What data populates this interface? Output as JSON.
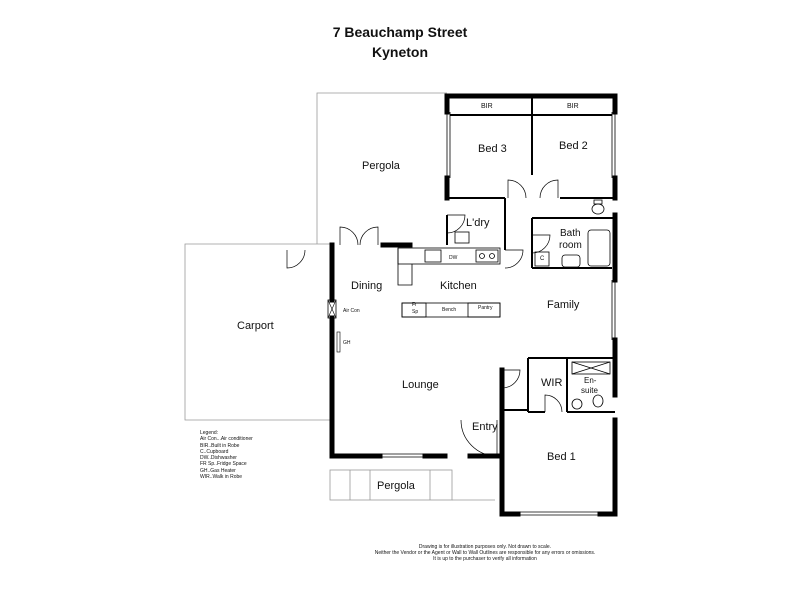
{
  "header": {
    "address_line": "7 Beauchamp Street",
    "suburb": "Kyneton"
  },
  "rooms": {
    "pergola_top": "Pergola",
    "bed3": "Bed 3",
    "bed2": "Bed 2",
    "bir_left": "BIR",
    "bir_right": "BIR",
    "laundry": "L'dry",
    "bathroom_line1": "Bath",
    "bathroom_line2": "room",
    "cupboard": "C",
    "carport": "Carport",
    "dining": "Dining",
    "kitchen": "Kitchen",
    "family": "Family",
    "lounge": "Lounge",
    "wir": "WIR",
    "ensuite_line1": "En-",
    "ensuite_line2": "suite",
    "entry": "Entry",
    "bed1": "Bed 1",
    "pergola_bottom": "Pergola"
  },
  "fixtures": {
    "dishwasher": "DW",
    "air_con": "Air Con",
    "gas_heater": "GH",
    "fridge_line1": "Fr",
    "fridge_line2": "Sp",
    "bench": "Bench",
    "pantry": "Pantry"
  },
  "legend": {
    "title": "Legend:",
    "items": [
      "Air Con...Air conditioner",
      "BIR..Built in Robe",
      "C..Cupboard",
      "DW..Dishwasher",
      "FR Sp..Fridge Space",
      "GH..Gas Heater",
      "WIR..Walk in Robe"
    ]
  },
  "disclaimer": {
    "line1": "Drawing is for illustration purposes only. Not drawn to scale.",
    "line2": "Neither the Vendor or the Agent or Wall to Wall Outlines are responsible for any errors or omissions.",
    "line3": "It is up to the purchaser to verify all information"
  }
}
